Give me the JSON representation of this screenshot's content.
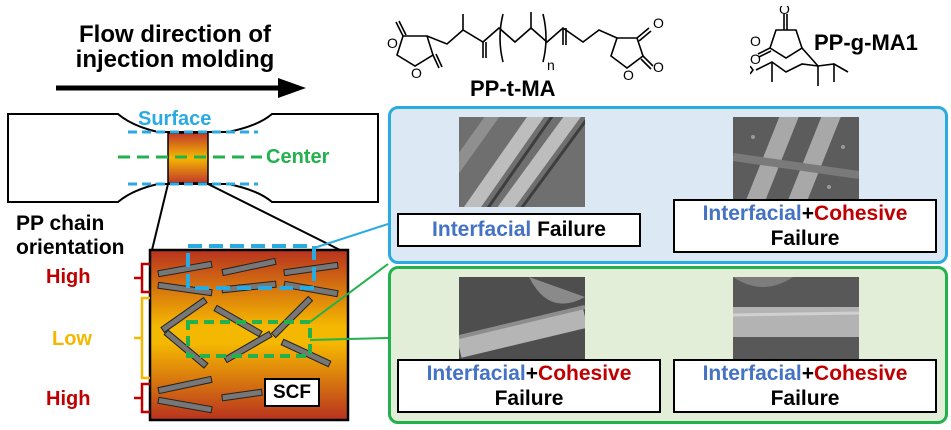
{
  "flow": {
    "line1": "Flow direction of",
    "line2": "injection molding"
  },
  "molecules": {
    "left_name": "PP-t-MA",
    "right_name": "PP-g-MA1",
    "subscript_n": "n"
  },
  "specimen": {
    "surface_label": "Surface",
    "center_label": "Center"
  },
  "orientation": {
    "line1": "PP chain",
    "line2": "orientation",
    "high_top": "High",
    "low": "Low",
    "high_bottom": "High"
  },
  "fibers": {
    "label": "SCF"
  },
  "panels": {
    "surface": [
      {
        "part1": "Interfacial",
        "part2": "Failure"
      },
      {
        "part1": "Interfacial",
        "plus": "+",
        "part2": "Cohesive",
        "part3": "Failure"
      }
    ],
    "center": [
      {
        "part1": "Interfacial",
        "plus": "+",
        "part2": "Cohesive",
        "part3": "Failure"
      },
      {
        "part1": "Interfacial",
        "plus": "+",
        "part2": "Cohesive",
        "part3": "Failure"
      }
    ]
  },
  "colors": {
    "surface": "#29abe2",
    "center": "#22b14c",
    "high": "#c00000",
    "low": "#f5b800",
    "interfacial": "#4472c4",
    "cohesive": "#c00000"
  }
}
